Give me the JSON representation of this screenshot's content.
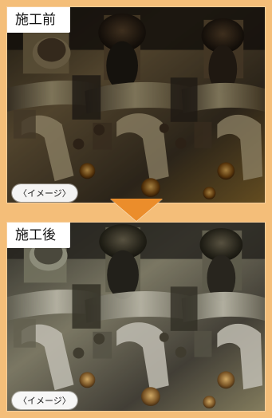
{
  "panels": {
    "before": {
      "label": "施工前",
      "badge": "〈イメージ〉"
    },
    "after": {
      "label": "施工後",
      "badge": "〈イメージ〉"
    }
  },
  "colors": {
    "frame": "#f4be79",
    "arrow": "#eb8d2b",
    "label_bg": "#ffffff",
    "label_text": "#111111"
  }
}
